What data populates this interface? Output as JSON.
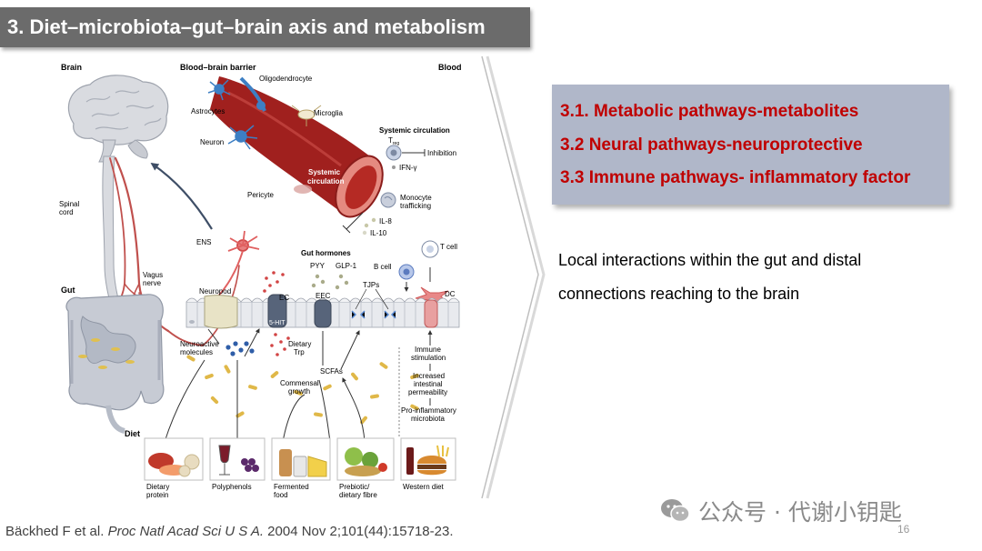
{
  "slide": {
    "title": "3. Diet–microbiota–gut–brain axis and metabolism",
    "pathways": [
      "3.1. Metabolic pathways-metabolites",
      "3.2 Neural pathways-neuroprotective",
      "3.3 Immune pathways- inflammatory factor"
    ],
    "description_line1": "Local interactions within the gut and distal",
    "description_line2": "connections reaching to the brain",
    "citation_authors": "Bäckhed F et al. ",
    "citation_journal": "Proc Natl Acad Sci U S A.",
    "citation_details": " 2004 Nov 2;101(44):15718-23.",
    "watermark": "公众号 · 代谢小钥匙",
    "page_number": "16"
  },
  "figure": {
    "labels": {
      "brain": "Brain",
      "bbb": "Blood–brain barrier",
      "blood": "Blood",
      "oligodendrocyte": "Oligodendrocyte",
      "astrocytes": "Astrocytes",
      "microglia": "Microglia",
      "neuron": "Neuron",
      "systemic_circulation_vessel_1": "Systemic",
      "systemic_circulation_vessel_2": "circulation",
      "pericyte": "Pericyte",
      "systemic_circulation": "Systemic circulation",
      "treg": "T",
      "treg_sub": "reg",
      "inhibition": "Inhibition",
      "ifn": "IFN-γ",
      "monocyte_1": "Monocyte",
      "monocyte_2": "trafficking",
      "il8": "IL-8",
      "il10": "IL-10",
      "spinal_1": "Spinal",
      "spinal_2": "cord",
      "ens": "ENS",
      "gut_hormones": "Gut hormones",
      "pyy": "PYY",
      "glp1": "GLP-1",
      "tcell": "T cell",
      "bcell": "B cell",
      "vagus_1": "Vagus",
      "vagus_2": "nerve",
      "gut": "Gut",
      "neuropod": "Neuropod",
      "ec": "EC",
      "eec": "EEC",
      "tjps": "TJPs",
      "dc": "DC",
      "fivehit": "5-HIT",
      "neuroactive_1": "Neuroactive",
      "neuroactive_2": "molecules",
      "dietary_trp_1": "Dietary",
      "dietary_trp_2": "Trp",
      "scfas": "SCFAs",
      "commensal_1": "Commensal",
      "commensal_2": "growth",
      "immune_1": "Immune",
      "immune_2": "stimulation",
      "increased_1": "Increased",
      "increased_2": "intestinal",
      "increased_3": "permeability",
      "proinflam_1": "Pro-inflammatory",
      "proinflam_2": "microbiota",
      "diet": "Diet",
      "dietary_protein_1": "Dietary",
      "dietary_protein_2": "protein",
      "polyphenols": "Polyphenols",
      "fermented_1": "Fermented",
      "fermented_2": "food",
      "prebiotic_1": "Prebiotic/",
      "prebiotic_2": "dietary fibre",
      "western": "Western diet"
    }
  },
  "colors": {
    "title_bar": "#6b6b6b",
    "box_bg": "#b0b7c9",
    "accent_red": "#c00000",
    "nerve": "#c0504d",
    "vessel": "#a0201e"
  }
}
